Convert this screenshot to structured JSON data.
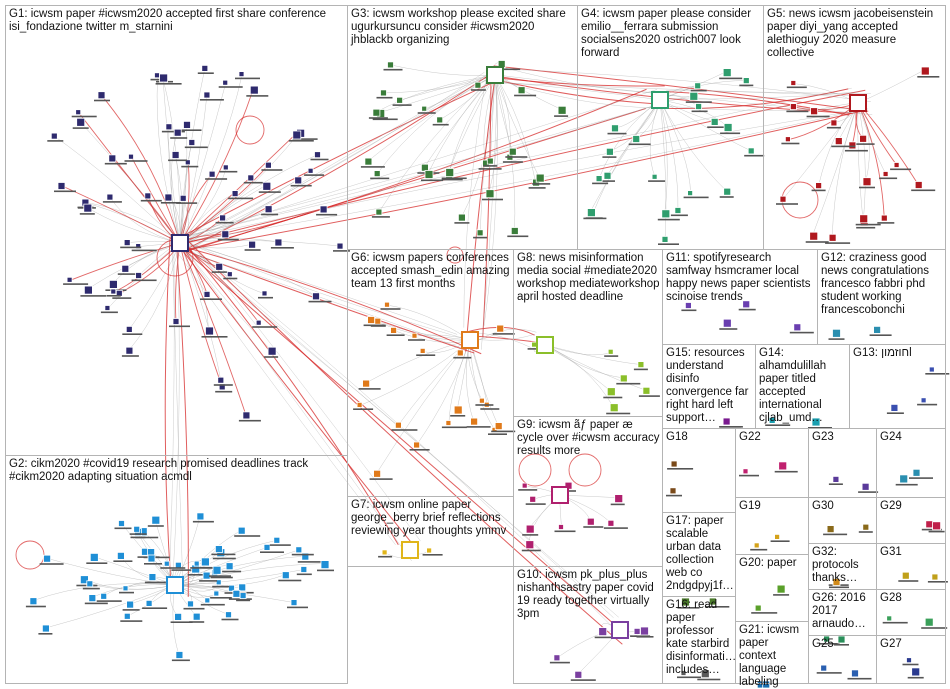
{
  "colors": {
    "background": "#ffffff",
    "panel_border": "#b4b4b4",
    "edge_gray": "#9a9a9a",
    "edge_red": "#d62828",
    "label_text": "#111111"
  },
  "groups": [
    {
      "id": "G1",
      "label": "G1: icwsm paper #icwsm2020 accepted first share conference isi_fondazione twitter m_starnini",
      "node_color": "#2e2a6e"
    },
    {
      "id": "G2",
      "label": "G2: cikm2020 #covid19 research promised deadlines track #cikm2020 adapting situation acmdl",
      "node_color": "#1f8fd6"
    },
    {
      "id": "G3",
      "label": "G3: icwsm workshop please excited share ugurkursuncu consider #icwsm2020 jhblackb organizing",
      "node_color": "#3a7d3a"
    },
    {
      "id": "G4",
      "label": "G4: icwsm paper please consider emilio__ferrara submission socialsens2020 ostrich007 look forward",
      "node_color": "#2f9e6e"
    },
    {
      "id": "G5",
      "label": "G5: news icwsm jacobeisenstein paper diyi_yang accepted alethioguy 2020 measure collective",
      "node_color": "#b0181e"
    },
    {
      "id": "G6",
      "label": "G6: icwsm papers conferences accepted smash_edin amazing team 13 first months",
      "node_color": "#e07a1a"
    },
    {
      "id": "G7",
      "label": "G7: icwsm online paper george_berry brief reflections reviewing year thoughts ymmv",
      "node_color": "#e0b51a"
    },
    {
      "id": "G8",
      "label": "G8: news misinformation media social #mediate2020 workshop mediateworkshop april hosted deadline",
      "node_color": "#8bbf2a"
    },
    {
      "id": "G9",
      "label": "G9: icwsm ãƒ paper æ cycle over #icwsm accuracy results more",
      "node_color": "#b0206e"
    },
    {
      "id": "G10",
      "label": "G10: icwsm pk_plus_plus nishanthsastry paper covid 19 ready together virtually 3pm",
      "node_color": "#7a3fa0"
    },
    {
      "id": "G11",
      "label": "G11: spotifyresearch samfway hsmcramer local happy news paper scientists scinoise trends",
      "node_color": "#6a3fb0"
    },
    {
      "id": "G12",
      "label": "G12: craziness good news congratulations francesco fabbri phd student working francescobonchi",
      "node_color": "#2b8fb0"
    },
    {
      "id": "G13",
      "label": "G13: חוזמוןl",
      "node_color": "#3a4fb0"
    },
    {
      "id": "G14",
      "label": "G14: alhamdulillah paper titled accepted international cjlab_umd…",
      "node_color": "#1a9fb0"
    },
    {
      "id": "G15",
      "label": "G15: resources understand disinfo convergence far right hard left support…",
      "node_color": "#7a1a8f"
    },
    {
      "id": "G16",
      "label": "G16: read paper professor kate starbird disinformati… includes…",
      "node_color": "#5a5a5a"
    },
    {
      "id": "G17",
      "label": "G17: paper scalable urban data collection web co 2ndgdpyj1f…",
      "node_color": "#4a7a2a"
    },
    {
      "id": "G18",
      "label": "G18",
      "node_color": "#7a4a1a"
    },
    {
      "id": "G19",
      "label": "G19",
      "node_color": "#d4a21a"
    },
    {
      "id": "G20",
      "label": "G20: paper",
      "node_color": "#5aa02a"
    },
    {
      "id": "G21",
      "label": "G21: icwsm paper context language labeling",
      "node_color": "#1a6fb0"
    },
    {
      "id": "G22",
      "label": "G22",
      "node_color": "#c0206e"
    },
    {
      "id": "G23",
      "label": "G23",
      "node_color": "#5a3a9a"
    },
    {
      "id": "G24",
      "label": "G24",
      "node_color": "#2a8fb0"
    },
    {
      "id": "G25",
      "label": "G25",
      "node_color": "#2a5fb0"
    },
    {
      "id": "G26",
      "label": "G26: 2016 2017 arnaudo…",
      "node_color": "#2a8f5a"
    },
    {
      "id": "G27",
      "label": "G27",
      "node_color": "#2a3a8f"
    },
    {
      "id": "G28",
      "label": "G28",
      "node_color": "#3aa05a"
    },
    {
      "id": "G29",
      "label": "G29",
      "node_color": "#c0204a"
    },
    {
      "id": "G30",
      "label": "G30",
      "node_color": "#8a6a1a"
    },
    {
      "id": "G31",
      "label": "G31",
      "node_color": "#c0a01a"
    },
    {
      "id": "G32",
      "label": "G32: protocols thanks…",
      "node_color": "#d08a1a"
    }
  ]
}
